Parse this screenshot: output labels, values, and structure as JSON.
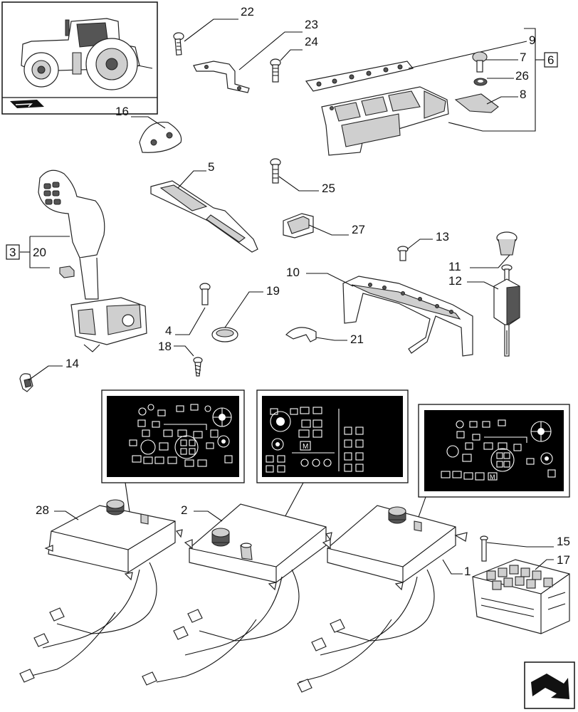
{
  "callouts": {
    "c1": "1",
    "c2": "2",
    "c3": "3",
    "c4": "4",
    "c5": "5",
    "c6": "6",
    "c7": "7",
    "c8": "8",
    "c9": "9",
    "c10": "10",
    "c11": "11",
    "c12": "12",
    "c13": "13",
    "c14": "14",
    "c15": "15",
    "c16": "16",
    "c17": "17",
    "c18": "18",
    "c19": "19",
    "c20": "20",
    "c21": "21",
    "c22": "22",
    "c23": "23",
    "c24": "24",
    "c25": "25",
    "c26": "26",
    "c27": "27",
    "c28": "28"
  },
  "panel_center": {
    "m_label": "M"
  },
  "panel_right": {
    "m_label": "M"
  },
  "icons": {
    "thumbnail": "tractor-thumbnail-icon",
    "thumb_nav": "book-arrow-icon",
    "nav": "next-page-arrow-icon"
  }
}
